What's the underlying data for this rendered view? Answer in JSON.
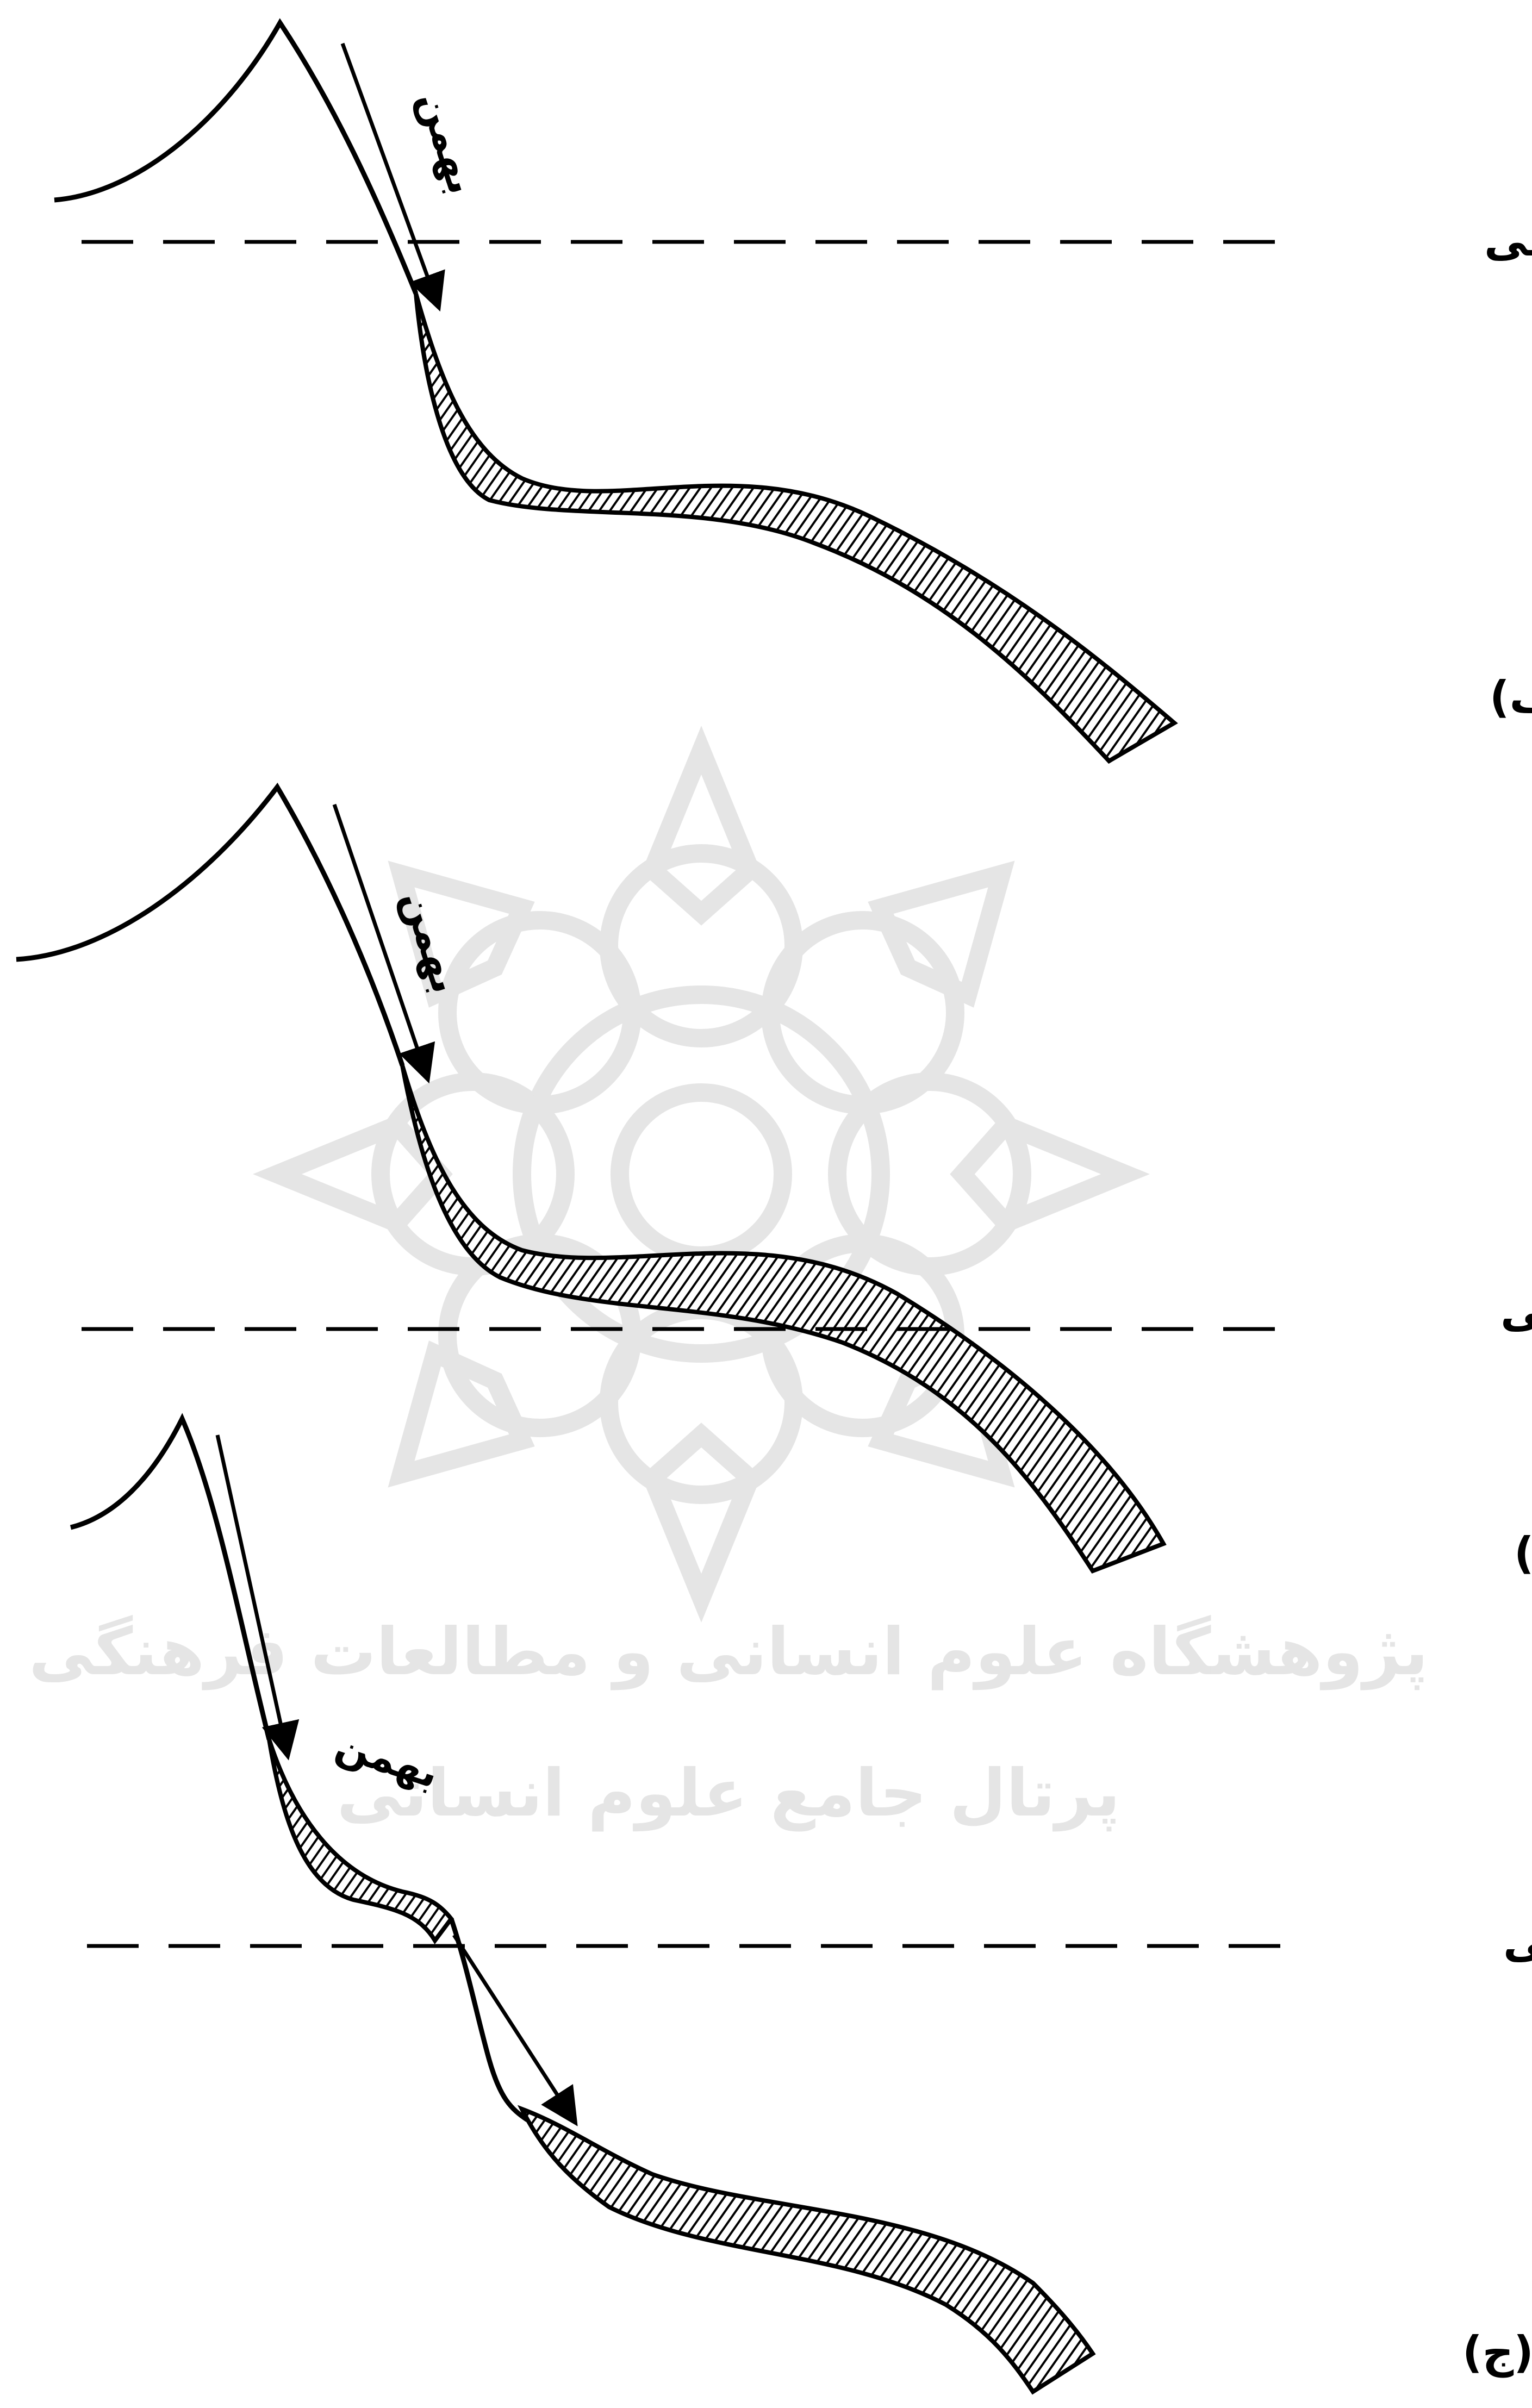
{
  "panels": [
    {
      "id": "alef",
      "caption": "(الف)",
      "avalanche_label": "بهمن",
      "snowline_label": "حدبرفی"
    },
    {
      "id": "be",
      "caption": "(ب)",
      "avalanche_label": "بهمن",
      "snowline_label": "حدبرفی"
    },
    {
      "id": "jim",
      "caption": "(ج)",
      "avalanche_label": "بهمن",
      "snowline_label": "حدبرفی"
    }
  ],
  "watermark": {
    "line1": "پژوهشگاه علوم انسانی و مطالعات فرهنگی",
    "line2": "پرتال جامع علوم انسانی"
  },
  "colors": {
    "ink": "#000000",
    "watermark": "#cfcfcf"
  }
}
